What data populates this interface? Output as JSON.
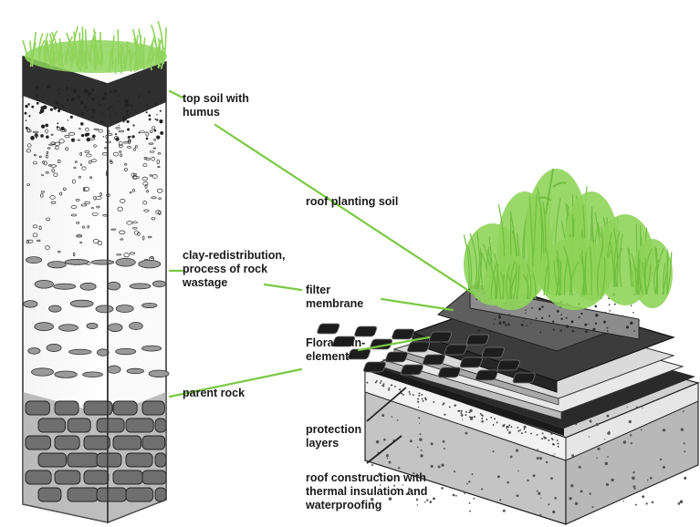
{
  "labels": {
    "topsoil": "top soil with\nhumus",
    "roof_planting_soil": "roof planting soil",
    "clay": "clay-redistribution,\nprocess of rock\nwastage",
    "filter": "filter\nmembrane",
    "floradrain": "Floradrain-\nelement",
    "parent_rock": "parent rock",
    "protection": "protection\nlayers",
    "roof_construction": "roof construction with\nthermal insulation and\nwaterproofing"
  },
  "colors": {
    "plant_green": "#8fd45a",
    "leader_green": "#7ac943",
    "ink": "#222222"
  }
}
